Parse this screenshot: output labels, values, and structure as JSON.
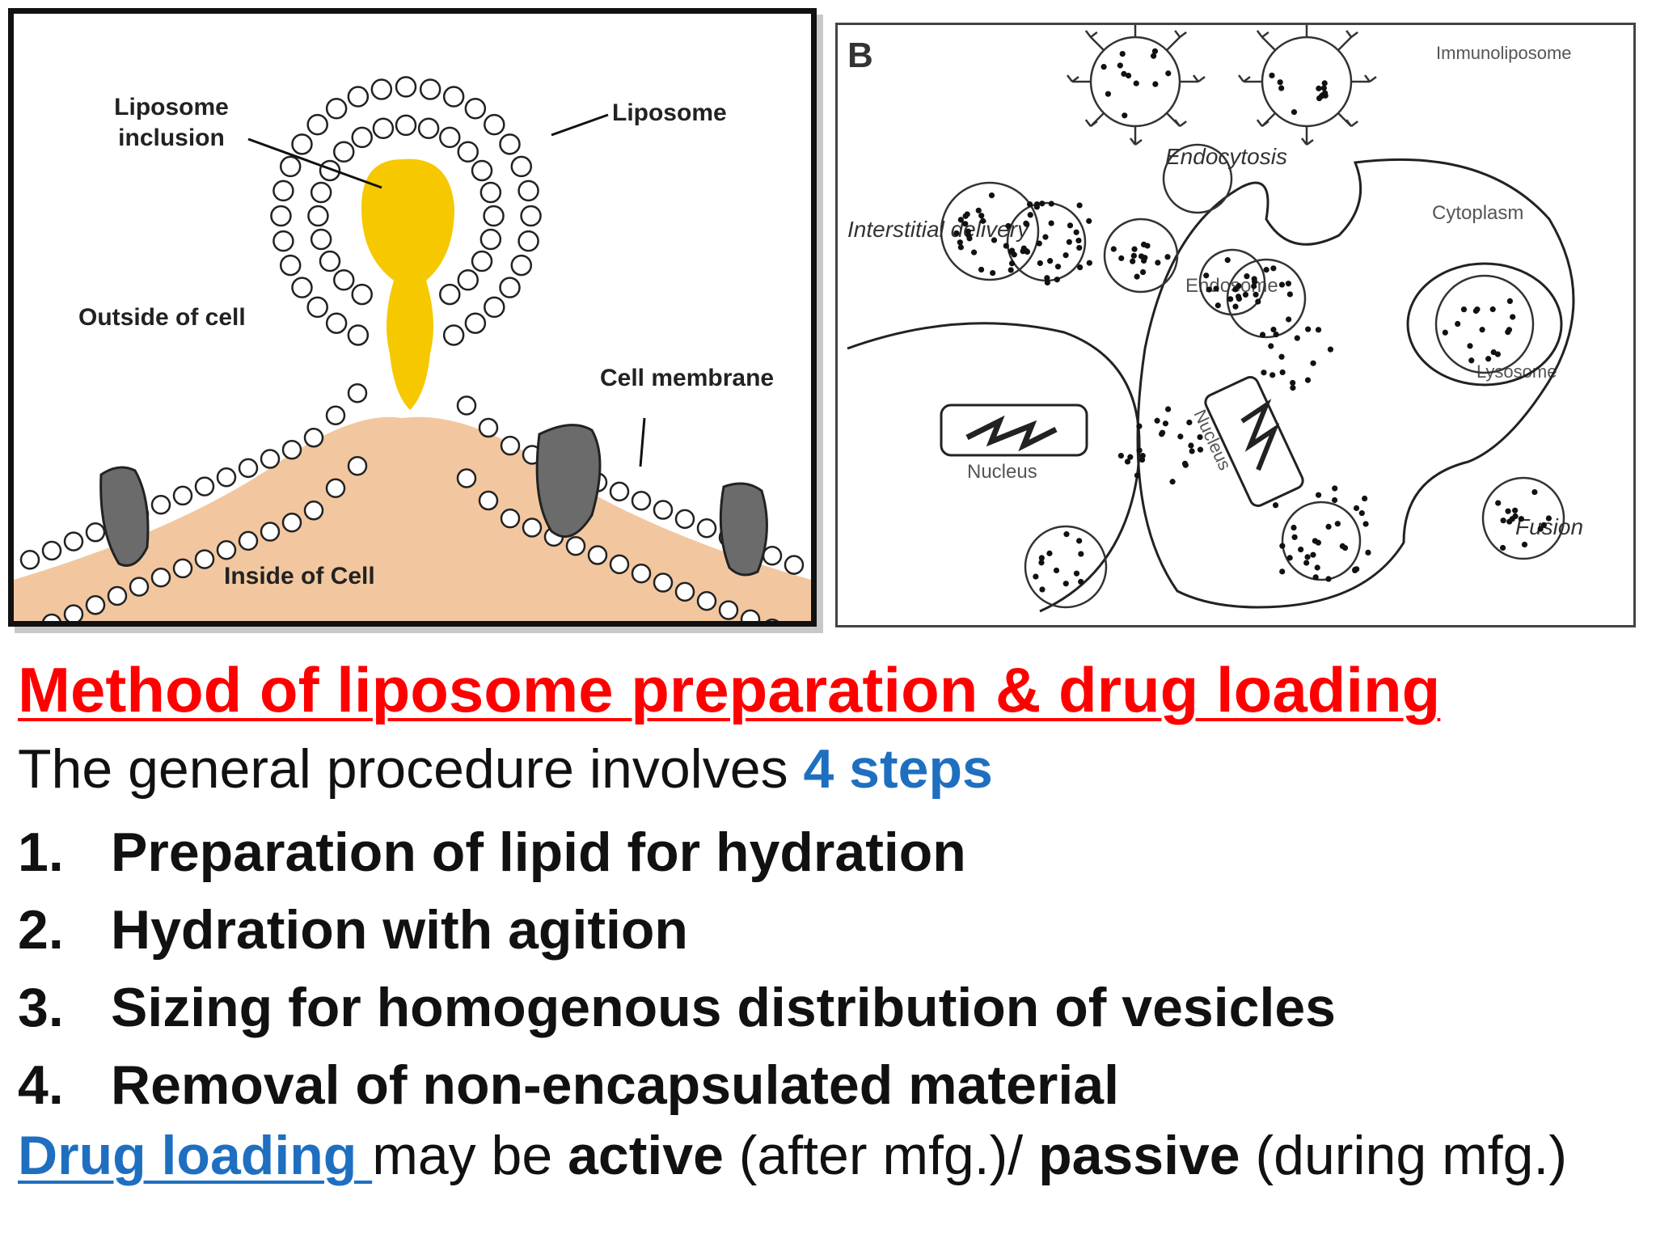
{
  "panel_a": {
    "labels": {
      "liposome_inclusion_1": "Liposome",
      "liposome_inclusion_2": "inclusion",
      "liposome": "Liposome",
      "outside": "Outside of cell",
      "membrane": "Cell membrane",
      "inside": "Inside of Cell"
    },
    "colors": {
      "inclusion": "#f5c800",
      "cytoplasm": "#f2c7a0",
      "protein": "#6b6b6b"
    }
  },
  "panel_b": {
    "letter": "B",
    "labels": {
      "immunoliposome": "Immunoliposome",
      "endocytosis": "Endocytosis",
      "cytoplasm": "Cytoplasm",
      "interstitial": "Interstitial delivery",
      "endosome": "Endosome",
      "lysosome": "Lysosome",
      "nucleus_left": "Nucleus",
      "nucleus_right": "Nucleus",
      "fusion": "Fusion"
    }
  },
  "text": {
    "title": "Method of liposome preparation & drug loading",
    "intro_prefix": "The general procedure involves ",
    "intro_highlight": "4 steps",
    "steps": [
      {
        "num": "1.",
        "text": "Preparation of lipid for hydration"
      },
      {
        "num": "2.",
        "text": "Hydration with agition"
      },
      {
        "num": "3.",
        "text": "Sizing for homogenous distribution of vesicles"
      },
      {
        "num": "4.",
        "text": "Removal of non-encapsulated material"
      }
    ],
    "footer": {
      "link": "Drug loading ",
      "p1": "may be ",
      "active": "active",
      "p2": " (after mfg.)/ ",
      "passive": "passive",
      "p3": " (during mfg.)"
    }
  },
  "colors": {
    "title": "#ff0000",
    "accent": "#1f6fc0"
  }
}
